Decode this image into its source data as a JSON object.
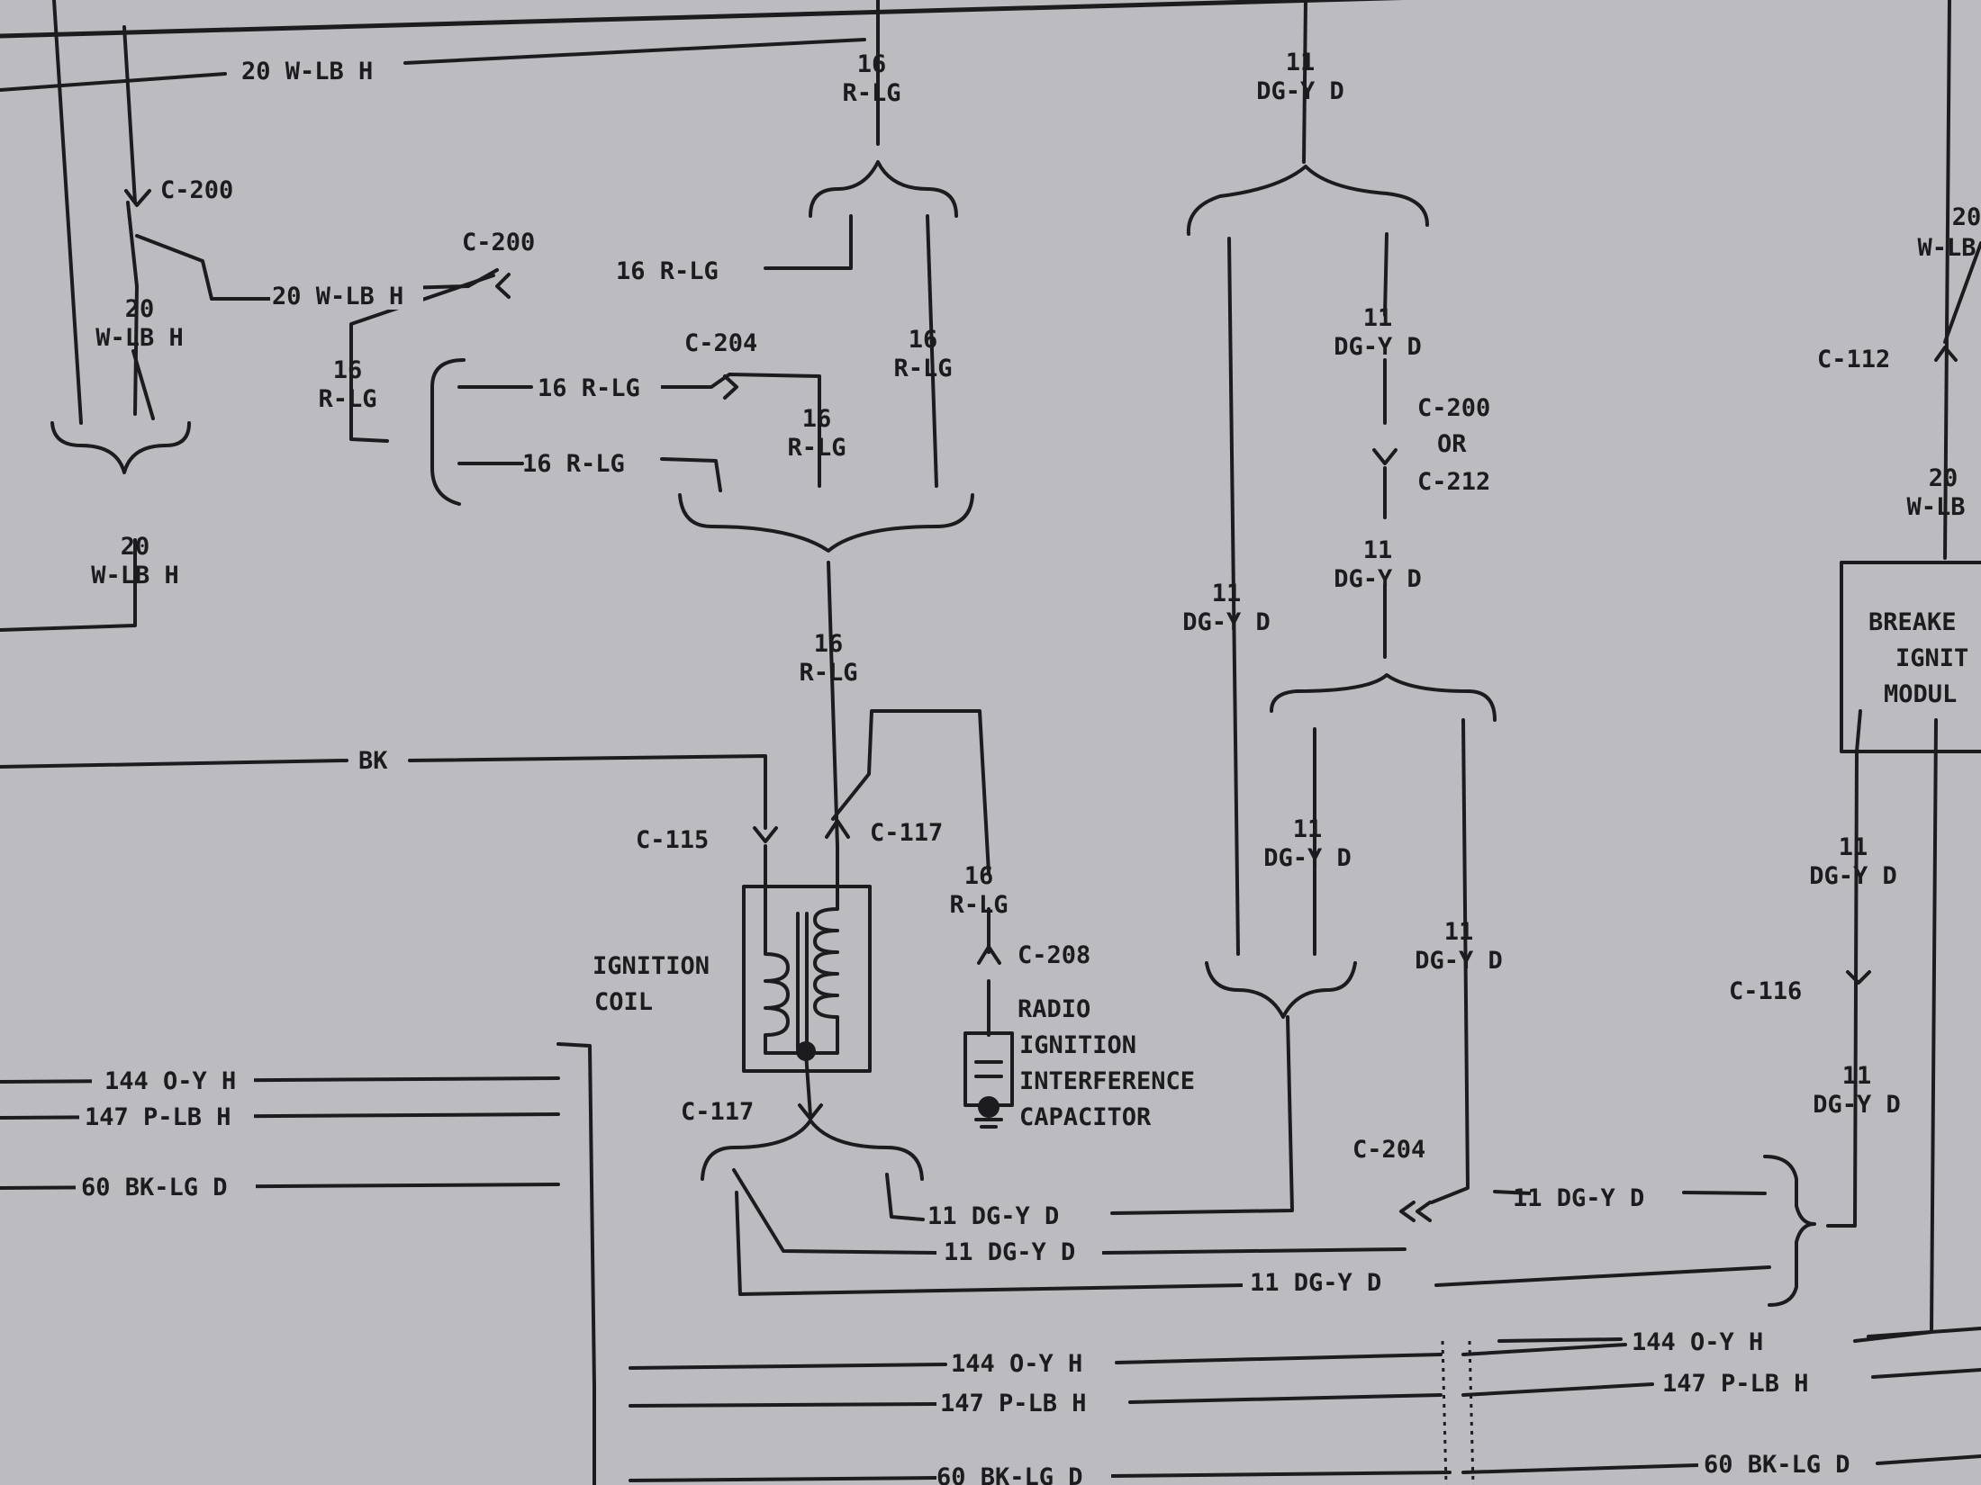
{
  "colors": {
    "paper": "#bcbbc0",
    "ink": "#1c1c1e"
  },
  "wires": {
    "w_lb_h_20": "20 W-LB H",
    "w_lb_h_20_b": "20 W-LB H",
    "r_lg_16": "16 R-LG",
    "r_lg_16_b": "16 R-LG",
    "r_lg_16_c": "16 R-LG",
    "bk": "BK",
    "dg_y_d_11": "11 DG-Y D",
    "dg_y_d_11_b": "11 DG-Y D",
    "dg_y_d_11_c": "11 DG-Y D",
    "dg_y_d_11_d": "11 DG-Y D",
    "dg_y_d_11_e": "11 DG-Y D",
    "o_y_h_144": "144 O-Y H",
    "p_lb_h_147": "147 P-LB H",
    "bk_lg_d_60": "60 BK-LG D",
    "o_y_h_144_b": "144 O-Y H",
    "p_lb_h_147_b": "147 P-LB H",
    "bk_lg_d_60_b": "60 BK-LG D",
    "o_y_h_144_c": "144 O-Y H",
    "p_lb_h_147_c": "147 P-LB H",
    "bk_lg_d_60_c": "60 BK-LG D"
  },
  "stack_labels": {
    "g16": "16",
    "rlg": "R-LG",
    "g20": "20",
    "wlbh": "W-LB H",
    "wlb": "W-LB",
    "g11": "11",
    "dgyd": "DG-Y D"
  },
  "connectors": {
    "c200": "C-200",
    "c200_b": "C-200",
    "c204": "C-204",
    "c204_b": "C-204",
    "c200_or": "OR",
    "c212": "C-212",
    "c115": "C-115",
    "c117": "C-117",
    "c117_b": "C-117",
    "c208": "C-208",
    "c112": "C-112",
    "c116": "C-116"
  },
  "components": {
    "ignition_coil": [
      "IGNITION",
      "COIL"
    ],
    "capacitor": [
      "RADIO",
      "IGNITION",
      "INTERFERENCE",
      "CAPACITOR"
    ],
    "module": [
      "BREAKE",
      "IGNIT",
      "MODUL"
    ]
  }
}
